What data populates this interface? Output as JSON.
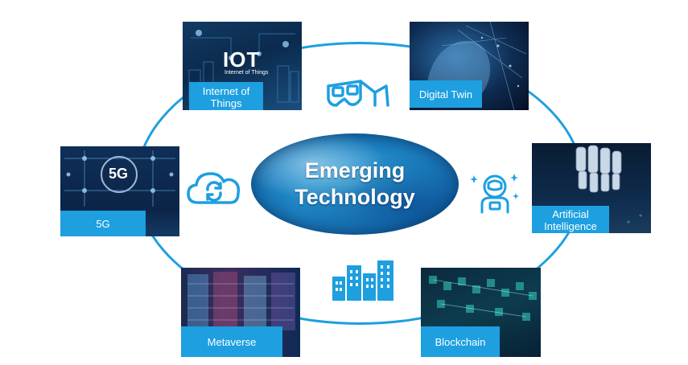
{
  "center": {
    "line1": "Emerging",
    "line2": "Technology"
  },
  "cards": {
    "iot": {
      "label_line1": "Internet of",
      "label_line2": "Things",
      "photo_text": "IOT",
      "photo_subtext": "Internet of Things"
    },
    "digital_twin": {
      "label": "Digital Twin"
    },
    "fiveg": {
      "label": "5G",
      "photo_text": "5G"
    },
    "ai": {
      "label_line1": "Artificial",
      "label_line2": "Intelligence"
    },
    "metaverse": {
      "label": "Metaverse"
    },
    "blockchain": {
      "label": "Blockchain"
    }
  },
  "icons": [
    "vr-glasses-icon",
    "cloud-sync-icon",
    "astronaut-icon",
    "buildings-icon"
  ],
  "colors": {
    "accent": "#1d9fe0",
    "dark_navy": "#0b2a55"
  }
}
